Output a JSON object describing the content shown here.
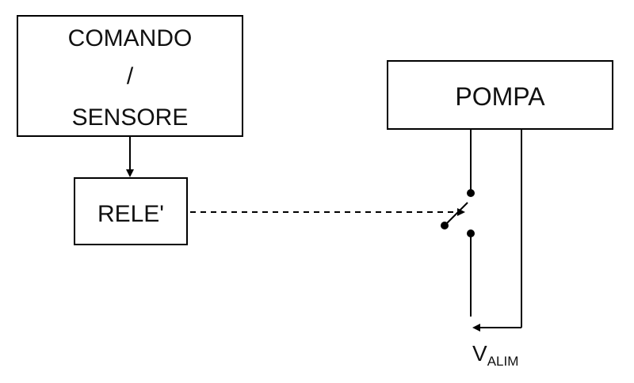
{
  "blocks": {
    "comando": {
      "line1": "COMANDO",
      "line2": "/",
      "line3": "SENSORE"
    },
    "rele": {
      "label": "RELE'"
    },
    "pompa": {
      "label": "POMPA"
    }
  },
  "supply": {
    "label_main": "V",
    "label_sub": "ALIM"
  }
}
